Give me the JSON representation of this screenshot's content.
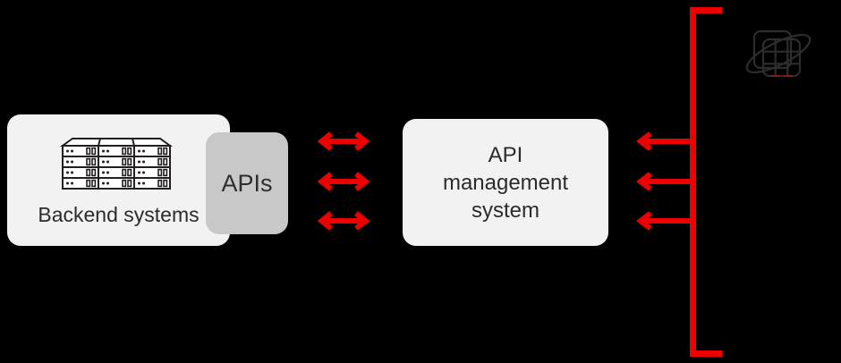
{
  "diagram": {
    "backend": {
      "label": "Backend systems",
      "icon": "server-rack-icon"
    },
    "apis": {
      "label": "APIs"
    },
    "management": {
      "line1": "API",
      "line2": "management",
      "line3": "system"
    },
    "connections": {
      "backend_to_management": {
        "type": "bidirectional-arrow",
        "count": 3
      },
      "inbound_to_management": {
        "type": "left-arrow",
        "count": 3
      },
      "bracket_side": "right"
    },
    "external_source_icon": "applications-orbit-icon",
    "colors": {
      "accent_red": "#ee0000",
      "box_light": "#f2f2f2",
      "box_gray": "#c8c8c8",
      "text_dark": "#2b2b2b",
      "icon_dark": "#2d2d2d",
      "background": "#000000"
    }
  }
}
